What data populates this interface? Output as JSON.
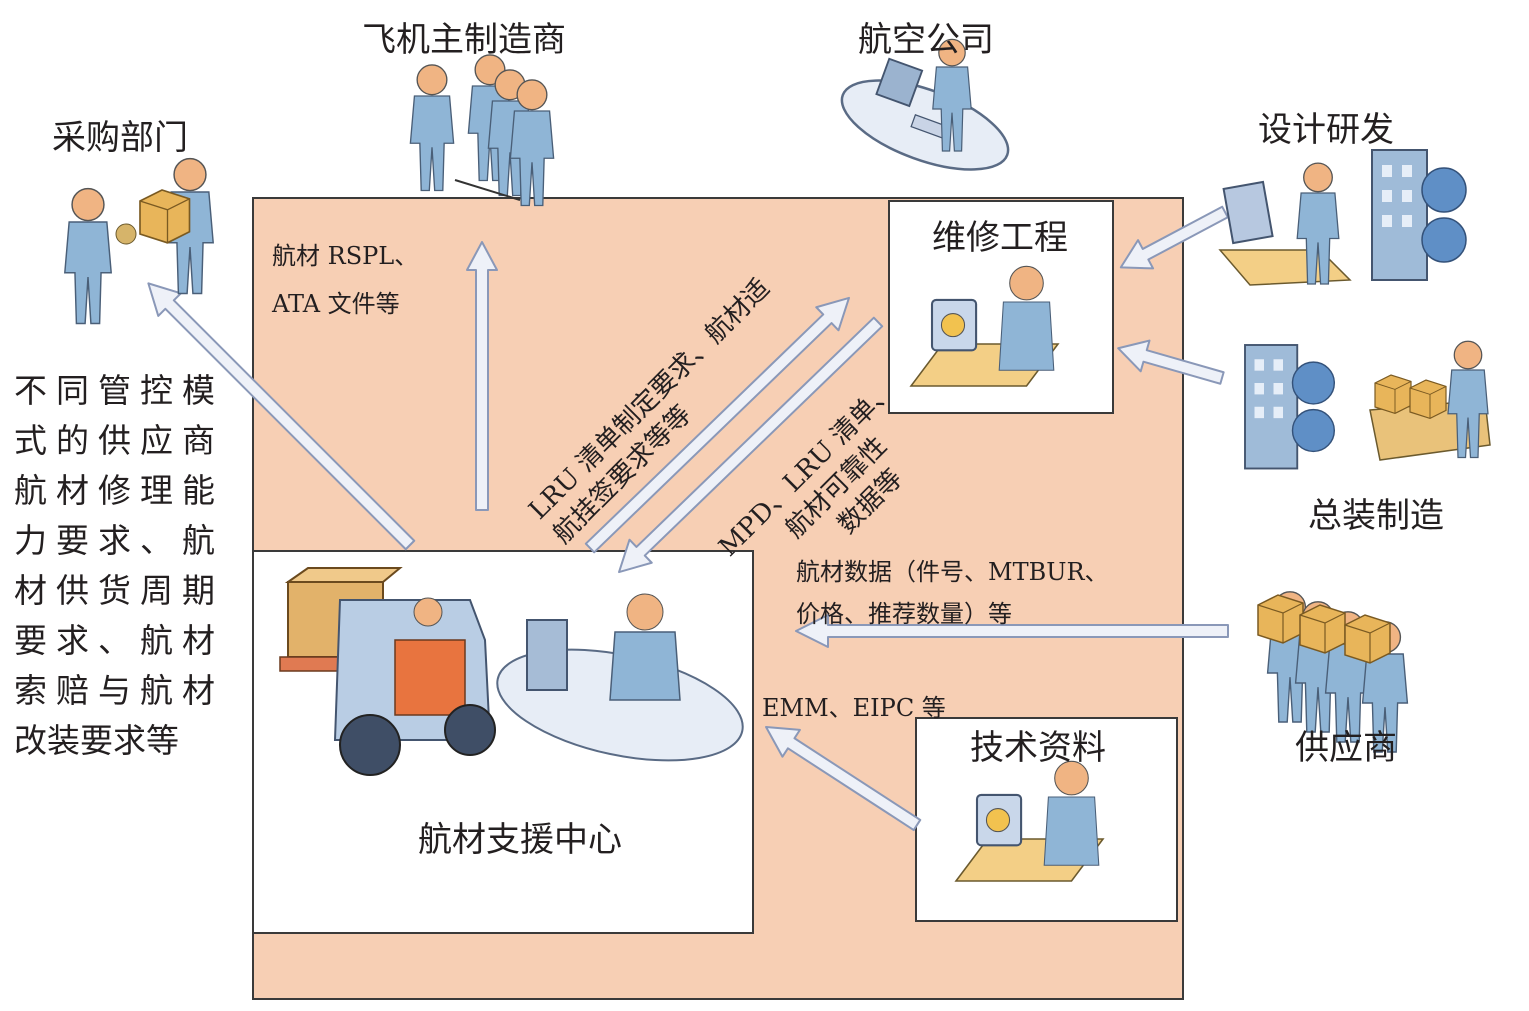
{
  "nodes": {
    "procurement": "采购部门",
    "oem": "飞机主制造商",
    "airline": "航空公司",
    "design": "设计研发",
    "assembly": "总装制造",
    "supplier": "供应商",
    "maintenance": "维修工程",
    "tech_docs": "技术资料",
    "support_center": "航材支援中心"
  },
  "edge_labels": {
    "to_oem_1": "航材 RSPL、",
    "to_oem_2": "ATA 文件等",
    "to_maint_1": "LRU 清单制定要求、航材适",
    "to_maint_2": "航挂签要求等等",
    "from_maint_1": "MPD、LRU 清单、",
    "from_maint_2": "航材可靠性",
    "from_maint_3": "数据等",
    "from_supplier_1": "航材数据（件号、MTBUR、",
    "from_supplier_2": "价格、推荐数量）等",
    "from_docs": "EMM、EIPC 等"
  },
  "procurement_note": [
    "不同管控模",
    "式的供应商",
    "航材修理能",
    "力要求、航",
    "材供货周期",
    "要求、航材",
    "索赔与航材",
    "改装要求等"
  ],
  "colors": {
    "region": "#f7cfb4",
    "arrow_fill": "#eef1f8",
    "arrow_stroke": "#8a98b8",
    "person": "#8fb5d6",
    "head": "#f0b483"
  }
}
